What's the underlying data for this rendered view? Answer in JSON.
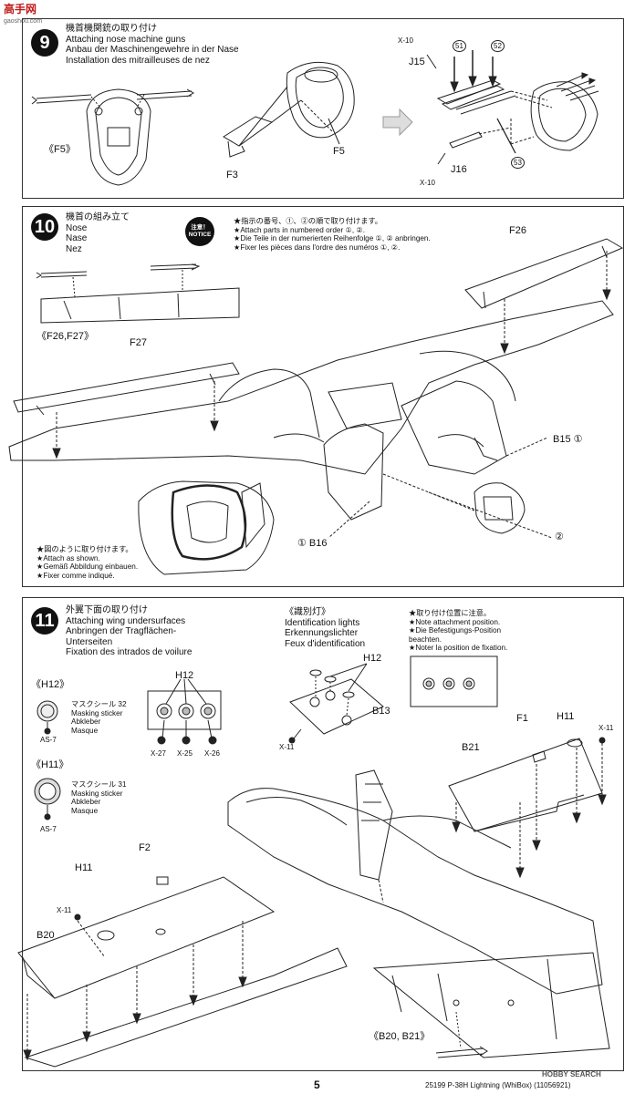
{
  "watermark": {
    "main": "高手网",
    "sub": "gaoshou.com"
  },
  "step9": {
    "number": "9",
    "title": [
      "機首機関銃の取り付け",
      "Attaching nose machine guns",
      "Anbau der Maschinengewehre in der Nase",
      "Installation des mitrailleuses de nez"
    ],
    "labels": {
      "f5_group": "《F5》",
      "f3": "F3",
      "f5": "F5",
      "x10_top": "X-10",
      "j15": "J15",
      "p51": "51",
      "p52": "52",
      "p53": "53",
      "j16": "J16",
      "x10_bottom": "X-10"
    }
  },
  "step10": {
    "number": "10",
    "title": [
      "機首の組み立て",
      "Nose",
      "Nase",
      "Nez"
    ],
    "notice": {
      "jp": "注意！",
      "en": "NOTICE"
    },
    "notes": [
      "★指示の番号、①、②の順で取り付けます。",
      "★Attach parts in numbered order ①, ②.",
      "★Die Teile in der numerierten Reihenfolge ①, ② anbringen.",
      "★Fixer les pièces dans l'ordre des numéros ①, ②."
    ],
    "labels": {
      "f26": "F26",
      "group": "《F26,F27》",
      "f27": "F27",
      "b15": "B15 ①",
      "b16": "① B16",
      "two": "②"
    },
    "attach_notes": [
      "★図のように取り付けます。",
      "★Attach as shown.",
      "★Gemäß Abbildung einbauen.",
      "★Fixer comme indiqué."
    ]
  },
  "step11": {
    "number": "11",
    "title": [
      "外翼下面の取り付け",
      "Attaching wing undersurfaces",
      "Anbringen der Tragflächen-",
      "Unterseiten",
      "Fixation des intrados de voilure"
    ],
    "lights": [
      "《識別灯》",
      "Identification lights",
      "Erkennungslichter",
      "Feux d'identification"
    ],
    "notes": [
      "★取り付け位置に注意。",
      "★Note attachment position.",
      "★Die Befestigungs-Position",
      "beachten.",
      "★Noter la position de fixation."
    ],
    "h12_group": "《H12》",
    "h11_group": "《H11》",
    "mask32": [
      "マスクシール 32",
      "Masking sticker",
      "Abkleber",
      "Masque"
    ],
    "mask31": [
      "マスクシール 31",
      "Masking sticker",
      "Abkleber",
      "Masque"
    ],
    "as7": "AS-7",
    "labels": {
      "h12": "H12",
      "x27": "X-27",
      "x25": "X-25",
      "x26": "X-26",
      "h12b": "H12",
      "b13": "B13",
      "x11a": "X-11",
      "f1": "F1",
      "h11a": "H11",
      "x11b": "X-11",
      "b21": "B21",
      "f2": "F2",
      "h11b": "H11",
      "x11c": "X-11",
      "b20": "B20",
      "group": "《B20, B21》"
    }
  },
  "footer": {
    "page": "5",
    "code": "25199  P-38H Lightning (WhiBox) (11056921)",
    "logo": "HOBBY SEARCH"
  }
}
